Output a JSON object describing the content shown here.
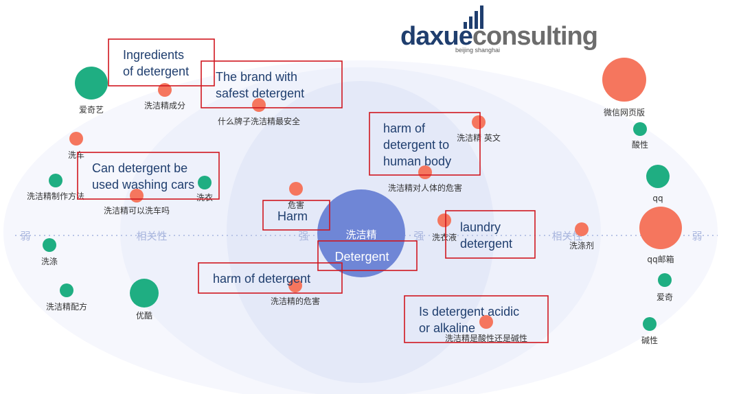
{
  "logo": {
    "brand_dark": "daxue",
    "brand_grey": "consulting",
    "tagline": "beijing shanghai"
  },
  "colors": {
    "green": "#1fae82",
    "orange": "#f5765e",
    "center": "#6f86d6",
    "box": "#d0161e",
    "annotation_text": "#1f3e6e",
    "axis_text": "#a9b6de"
  },
  "axis": {
    "weak_left": "弱",
    "relevance_left": "相关性",
    "strong_left": "强",
    "strong_right": "强",
    "relevance_right": "相关性",
    "weak_right": "弱"
  },
  "center": {
    "label": "洗洁精",
    "annotation": "Detergent"
  },
  "keywords": [
    {
      "label": "爱奇艺",
      "color": "green"
    },
    {
      "label": "洗洁精成分",
      "color": "orange"
    },
    {
      "label": "什么牌子洗洁精最安全",
      "color": "orange"
    },
    {
      "label": "洗车",
      "color": "orange"
    },
    {
      "label": "洗洁精制作方法",
      "color": "green"
    },
    {
      "label": "洗衣",
      "color": "green"
    },
    {
      "label": "洗洁精可以洗车吗",
      "color": "orange"
    },
    {
      "label": "洗涤",
      "color": "green"
    },
    {
      "label": "洗洁精配方",
      "color": "green"
    },
    {
      "label": "优酷",
      "color": "green"
    },
    {
      "label": "危害",
      "color": "orange"
    },
    {
      "label": "洗洁精的危害",
      "color": "orange"
    },
    {
      "label": "洗洁精 英文",
      "color": "orange"
    },
    {
      "label": "洗洁精对人体的危害",
      "color": "orange"
    },
    {
      "label": "洗衣液",
      "color": "orange"
    },
    {
      "label": "洗洁精是酸性还是碱性",
      "color": "orange"
    },
    {
      "label": "洗涤剂",
      "color": "orange"
    },
    {
      "label": "微信网页版",
      "color": "orange"
    },
    {
      "label": "酸性",
      "color": "green"
    },
    {
      "label": "qq",
      "color": "green"
    },
    {
      "label": "qq邮箱",
      "color": "orange"
    },
    {
      "label": "爱奇",
      "color": "green"
    },
    {
      "label": "碱性",
      "color": "green"
    }
  ],
  "annotations": [
    {
      "lines": [
        "Ingredients",
        "of detergent"
      ]
    },
    {
      "lines": [
        "The brand with",
        "safest detergent"
      ]
    },
    {
      "lines": [
        "harm of",
        "detergent to",
        "human body"
      ]
    },
    {
      "lines": [
        "Can detergent be",
        "used washing cars"
      ]
    },
    {
      "lines": [
        "Harm"
      ]
    },
    {
      "lines": [
        "laundry",
        "detergent"
      ]
    },
    {
      "lines": [
        "harm of detergent"
      ]
    },
    {
      "lines": [
        "Is detergent acidic",
        "or alkaline"
      ]
    }
  ]
}
